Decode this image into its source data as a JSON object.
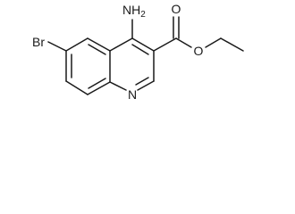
{
  "structure": {
    "atoms": {
      "bromo": "Br",
      "amino": "NH",
      "amino_subscript": "2",
      "ring_nitrogen": "N",
      "ester_carbonyl_oxygen": "O",
      "ester_ether_oxygen": "O"
    }
  },
  "colors": {
    "bond": "#1a1a1a",
    "text": "#1a1a1a",
    "background": "#ffffff"
  }
}
